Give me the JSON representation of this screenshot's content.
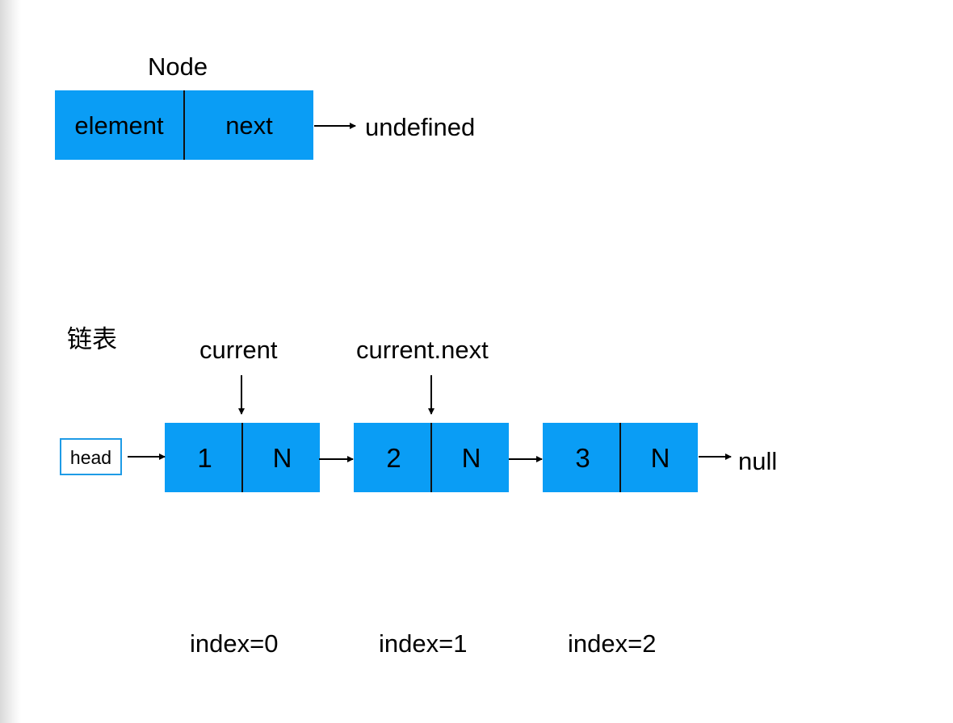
{
  "node_diagram": {
    "title": "Node",
    "fields": [
      "element",
      "next"
    ],
    "next_target": "undefined",
    "fill_color": "#0a9df5"
  },
  "linked_list": {
    "title": "链表",
    "head_label": "head",
    "nodes": [
      {
        "value": "1",
        "pointer": "N",
        "index_label": "index=0"
      },
      {
        "value": "2",
        "pointer": "N",
        "index_label": "index=1"
      },
      {
        "value": "3",
        "pointer": "N",
        "index_label": "index=2"
      }
    ],
    "pointers": {
      "current": "current",
      "current_next": "current.next"
    },
    "tail": "null",
    "fill_color": "#0a9df5",
    "head_border_color": "#1e9be6"
  }
}
